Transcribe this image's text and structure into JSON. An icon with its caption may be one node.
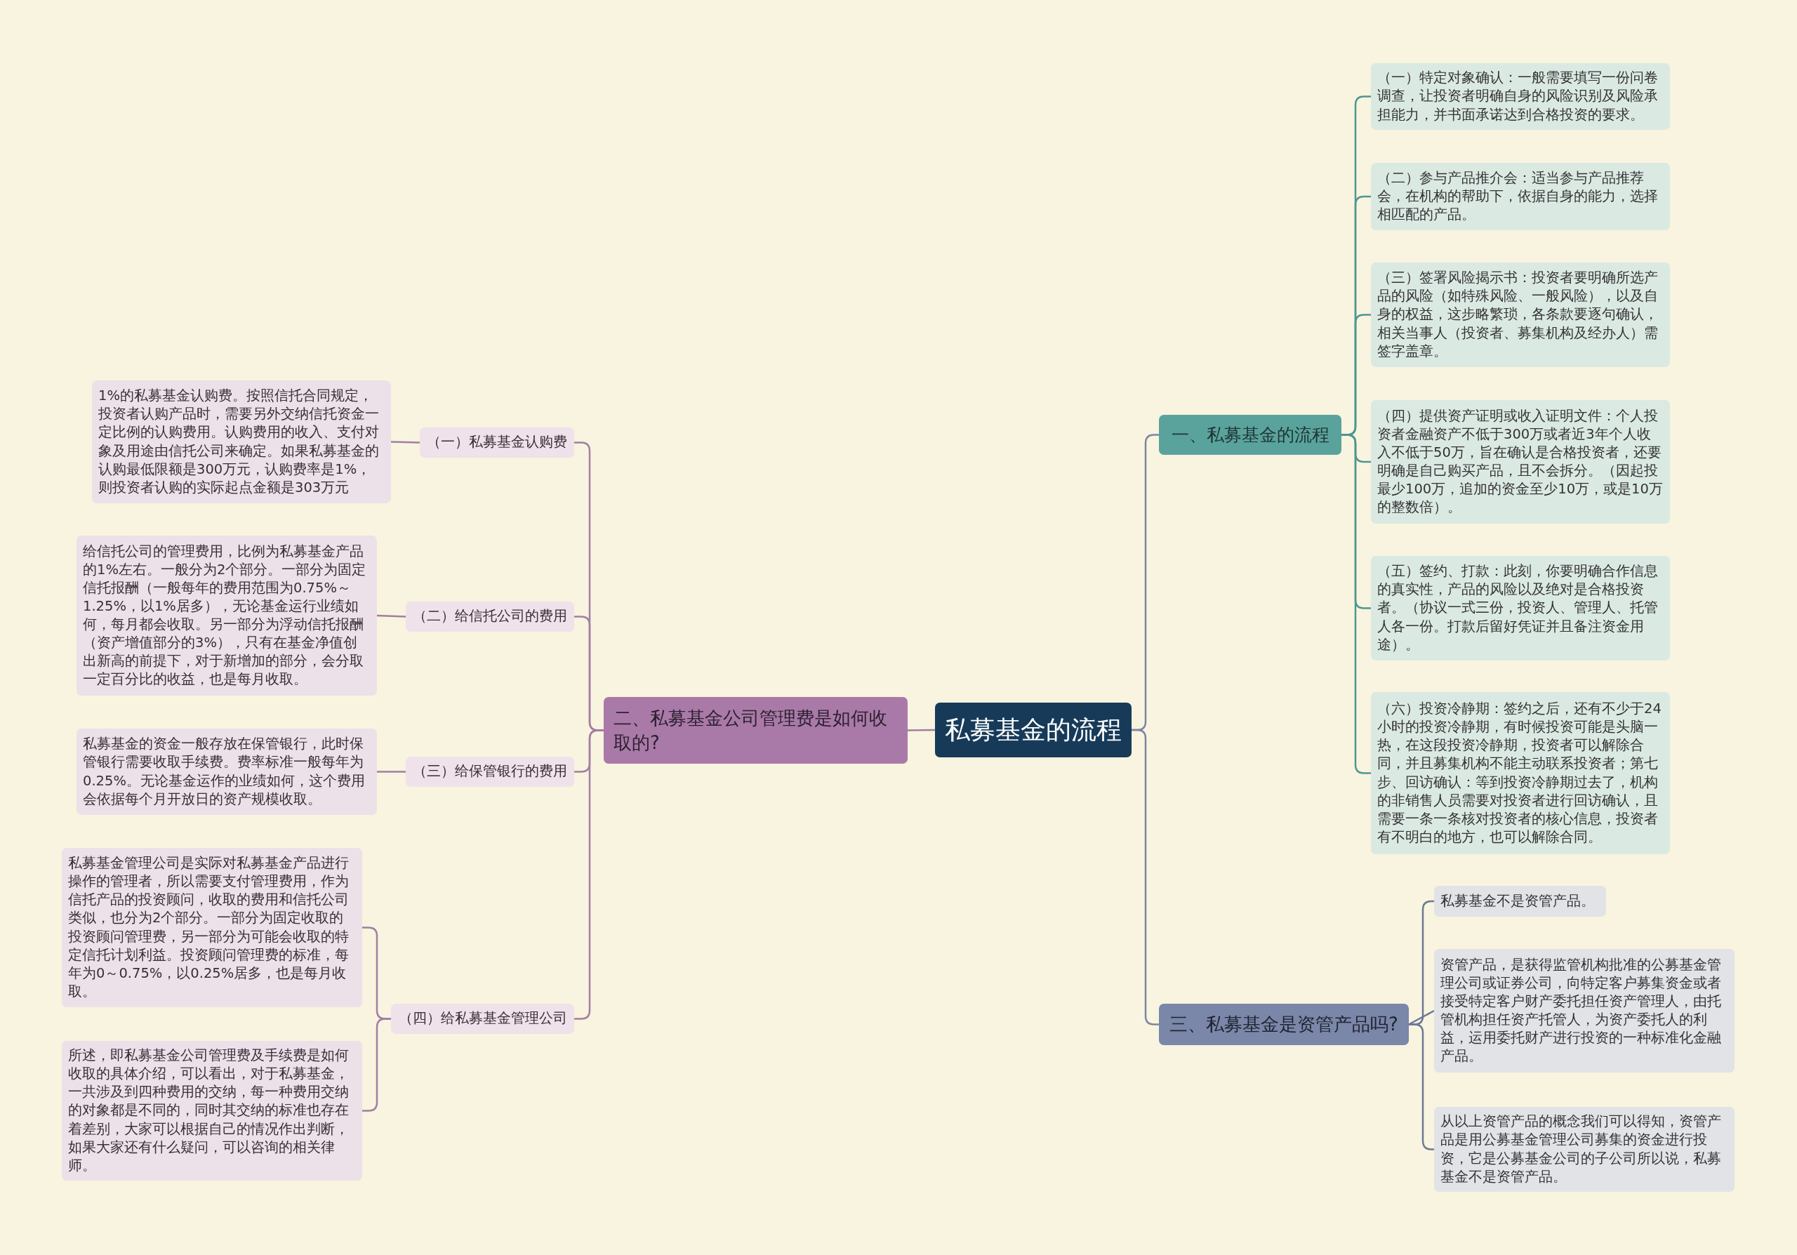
{
  "diagram": {
    "nodes": [
      {
        "text": [
          "私募基金的流程"
        ]
      },
      {
        "text": [
          "一、私募基金的流程"
        ]
      },
      {
        "text": [
          "（一）特定对象确认：一般需要填写一份问卷调查，让投资者明确自身的风险识别及风险承担能力，并书面承诺达到合格投资的要求。"
        ]
      },
      {
        "text": [
          "（二）参与产品推介会：适当参与产品推荐会，在机构的帮助下，依据自身的能力，选择相匹配的产品。"
        ]
      },
      {
        "text": [
          "（三）签署风险揭示书：投资者要明确所选产品的风险（如特殊风险、一般风险），以及自身的权益，这步略繁琐，各条款要逐句确认，相关当事人（投资者、募集机构及经办人）需签字盖章。"
        ]
      },
      {
        "text": [
          "（四）提供资产证明或收入证明文件：个人投资者金融资产不低于300万或者近3年个人收入不低于50万，旨在确认是合格投资者，还要明确是自己购买产品，且不会拆分。（因起投最少100万，追加的资金至少10万，或是10万的整数倍）。"
        ]
      },
      {
        "text": [
          "（五）签约、打款：此刻，你要明确合作信息的真实性，产品的风险以及绝对是合格投资者。（协议一式三份，投资人、管理人、托管人各一份。打款后留好凭证并且备注资金用途）。"
        ]
      },
      {
        "text": [
          "（六）投资冷静期：签约之后，还有不少于24小时的投资冷静期，有时候投资可能是头脑一热，在这段投资冷静期，投资者可以解除合同，并且募集机构不能主动联系投资者；第七步、回访确认：等到投资冷静期过去了，机构的非销售人员需要对投资者进行回访确认，且需要一条一条核对投资者的核心信息，投资者有不明白的地方，也可以解除合同。"
        ]
      },
      {
        "text": [
          "二、私募基金公司管理费是如何收取的?"
        ]
      },
      {
        "text": [
          "（一）私募基金认购费"
        ]
      },
      {
        "text": [
          "1%的私募基金认购费。按照信托合同规定，投资者认购产品时，需要另外交纳信托资金一定比例的认购费用。认购费用的收入、支付对象及用途由信托公司来确定。如果私募基金的认购最低限额是300万元，认购费率是1%，则投资者认购的实际起点金额是303万元"
        ]
      },
      {
        "text": [
          "（二）给信托公司的费用"
        ]
      },
      {
        "text": [
          "给信托公司的管理费用，比例为私募基金产品的1%左右。一般分为2个部分。一部分为固定信托报酬（一般每年的费用范围为0.75%～1.25%，以1%居多），无论基金运行业绩如何，每月都会收取。另一部分为浮动信托报酬（资产增值部分的3%），只有在基金净值创出新高的前提下，对于新增加的部分，会分取一定百分比的收益，也是每月收取。"
        ]
      },
      {
        "text": [
          "（三）给保管银行的费用"
        ]
      },
      {
        "text": [
          "私募基金的资金一般存放在保管银行，此时保管银行需要收取手续费。费率标准一般每年为0.25%。无论基金运作的业绩如何，这个费用会依据每个月开放日的资产规模收取。"
        ]
      },
      {
        "text": [
          "（四）给私募基金管理公司"
        ]
      },
      {
        "text": [
          "私募基金管理公司是实际对私募基金产品进行操作的管理者，所以需要支付管理费用，作为信托产品的投资顾问，收取的费用和信托公司类似，也分为2个部分。一部分为固定收取的投资顾问管理费，另一部分为可能会收取的特定信托计划利益。投资顾问管理费的标准，每年为0～0.75%，以0.25%居多，也是每月收取。"
        ]
      },
      {
        "text": [
          "所述，即私募基金公司管理费及手续费是如何收取的具体介绍，可以看出，对于私募基金，一共涉及到四种费用的交纳，每一种费用交纳的对象都是不同的，同时其交纳的标准也存在着差别，大家可以根据自己的情况作出判断，如果大家还有什么疑问，可以咨询的相关律师。"
        ]
      },
      {
        "text": [
          "三、私募基金是资管产品吗?"
        ]
      },
      {
        "text": [
          "私募基金不是资管产品。"
        ]
      },
      {
        "text": [
          "资管产品，是获得监管机构批准的公募基金管理公司或证券公司，向特定客户募集资金或者接受特定客户财产委托担任资产管理人，由托管机构担任资产托管人，为资产委托人的利益，运用委托财产进行投资的一种标准化金融产品。"
        ]
      },
      {
        "text": [
          "从以上资管产品的概念我们可以得知，资管产品是用公募基金管理公司募集的资金进行投资，它是公募基金公司的子公司所以说，私募基金不是资管产品。"
        ]
      }
    ],
    "edges": [
      {
        "from": 0,
        "to": 1,
        "arrow": "none",
        "color": "#7b86a3"
      },
      {
        "from": 1,
        "to": 2,
        "arrow": "none",
        "color": "#4f9690"
      },
      {
        "from": 1,
        "to": 3,
        "arrow": "none",
        "color": "#4f9690"
      },
      {
        "from": 1,
        "to": 4,
        "arrow": "none",
        "color": "#4f9690"
      },
      {
        "from": 1,
        "to": 5,
        "arrow": "none",
        "color": "#4f9690"
      },
      {
        "from": 1,
        "to": 6,
        "arrow": "none",
        "color": "#4f9690"
      },
      {
        "from": 1,
        "to": 7,
        "arrow": "none",
        "color": "#4f9690"
      },
      {
        "from": 0,
        "to": 8,
        "arrow": "none"
      },
      {
        "from": 8,
        "to": 9,
        "arrow": "none"
      },
      {
        "from": 9,
        "to": 10,
        "arrow": "none"
      },
      {
        "from": 8,
        "to": 11,
        "arrow": "none"
      },
      {
        "from": 11,
        "to": 12,
        "arrow": "none"
      },
      {
        "from": 8,
        "to": 13,
        "arrow": "none"
      },
      {
        "from": 13,
        "to": 14,
        "arrow": "none"
      },
      {
        "from": 8,
        "to": 15,
        "arrow": "none"
      },
      {
        "from": 15,
        "to": 16,
        "arrow": "none"
      },
      {
        "from": 15,
        "to": 17,
        "arrow": "none"
      },
      {
        "from": 0,
        "to": 18,
        "arrow": "none",
        "color": "#7b86a3"
      },
      {
        "from": 18,
        "to": 19,
        "arrow": "none",
        "color": "#6d7896"
      },
      {
        "from": 18,
        "to": 20,
        "arrow": "none",
        "color": "#6d7896"
      },
      {
        "from": 18,
        "to": 21,
        "arrow": "none",
        "color": "#6d7896"
      }
    ]
  }
}
